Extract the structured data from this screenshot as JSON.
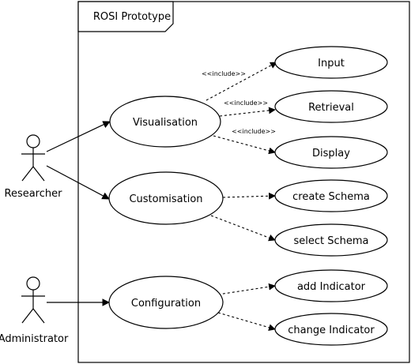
{
  "system": {
    "title": "ROSI Prototype"
  },
  "actors": [
    {
      "id": "researcher",
      "label": "Researcher"
    },
    {
      "id": "administrator",
      "label": "Administrator"
    }
  ],
  "use_cases": [
    {
      "id": "visualisation",
      "label": "Visualisation"
    },
    {
      "id": "customisation",
      "label": "Customisation"
    },
    {
      "id": "configuration",
      "label": "Configuration"
    },
    {
      "id": "input",
      "label": "Input"
    },
    {
      "id": "retrieval",
      "label": "Retrieval"
    },
    {
      "id": "display",
      "label": "Display"
    },
    {
      "id": "create-schema",
      "label": "create Schema"
    },
    {
      "id": "select-schema",
      "label": "select Schema"
    },
    {
      "id": "add-indicator",
      "label": "add Indicator"
    },
    {
      "id": "change-indicator",
      "label": "change Indicator"
    }
  ],
  "associations": [
    {
      "from": "researcher",
      "to": "visualisation"
    },
    {
      "from": "researcher",
      "to": "customisation"
    },
    {
      "from": "administrator",
      "to": "configuration"
    }
  ],
  "relations": [
    {
      "from": "visualisation",
      "to": "input",
      "label": "<<include>>"
    },
    {
      "from": "visualisation",
      "to": "retrieval",
      "label": "<<include>>"
    },
    {
      "from": "visualisation",
      "to": "display",
      "label": "<<include>>"
    },
    {
      "from": "customisation",
      "to": "create-schema",
      "label": ""
    },
    {
      "from": "customisation",
      "to": "select-schema",
      "label": ""
    },
    {
      "from": "configuration",
      "to": "add-indicator",
      "label": ""
    },
    {
      "from": "configuration",
      "to": "change-indicator",
      "label": ""
    }
  ]
}
